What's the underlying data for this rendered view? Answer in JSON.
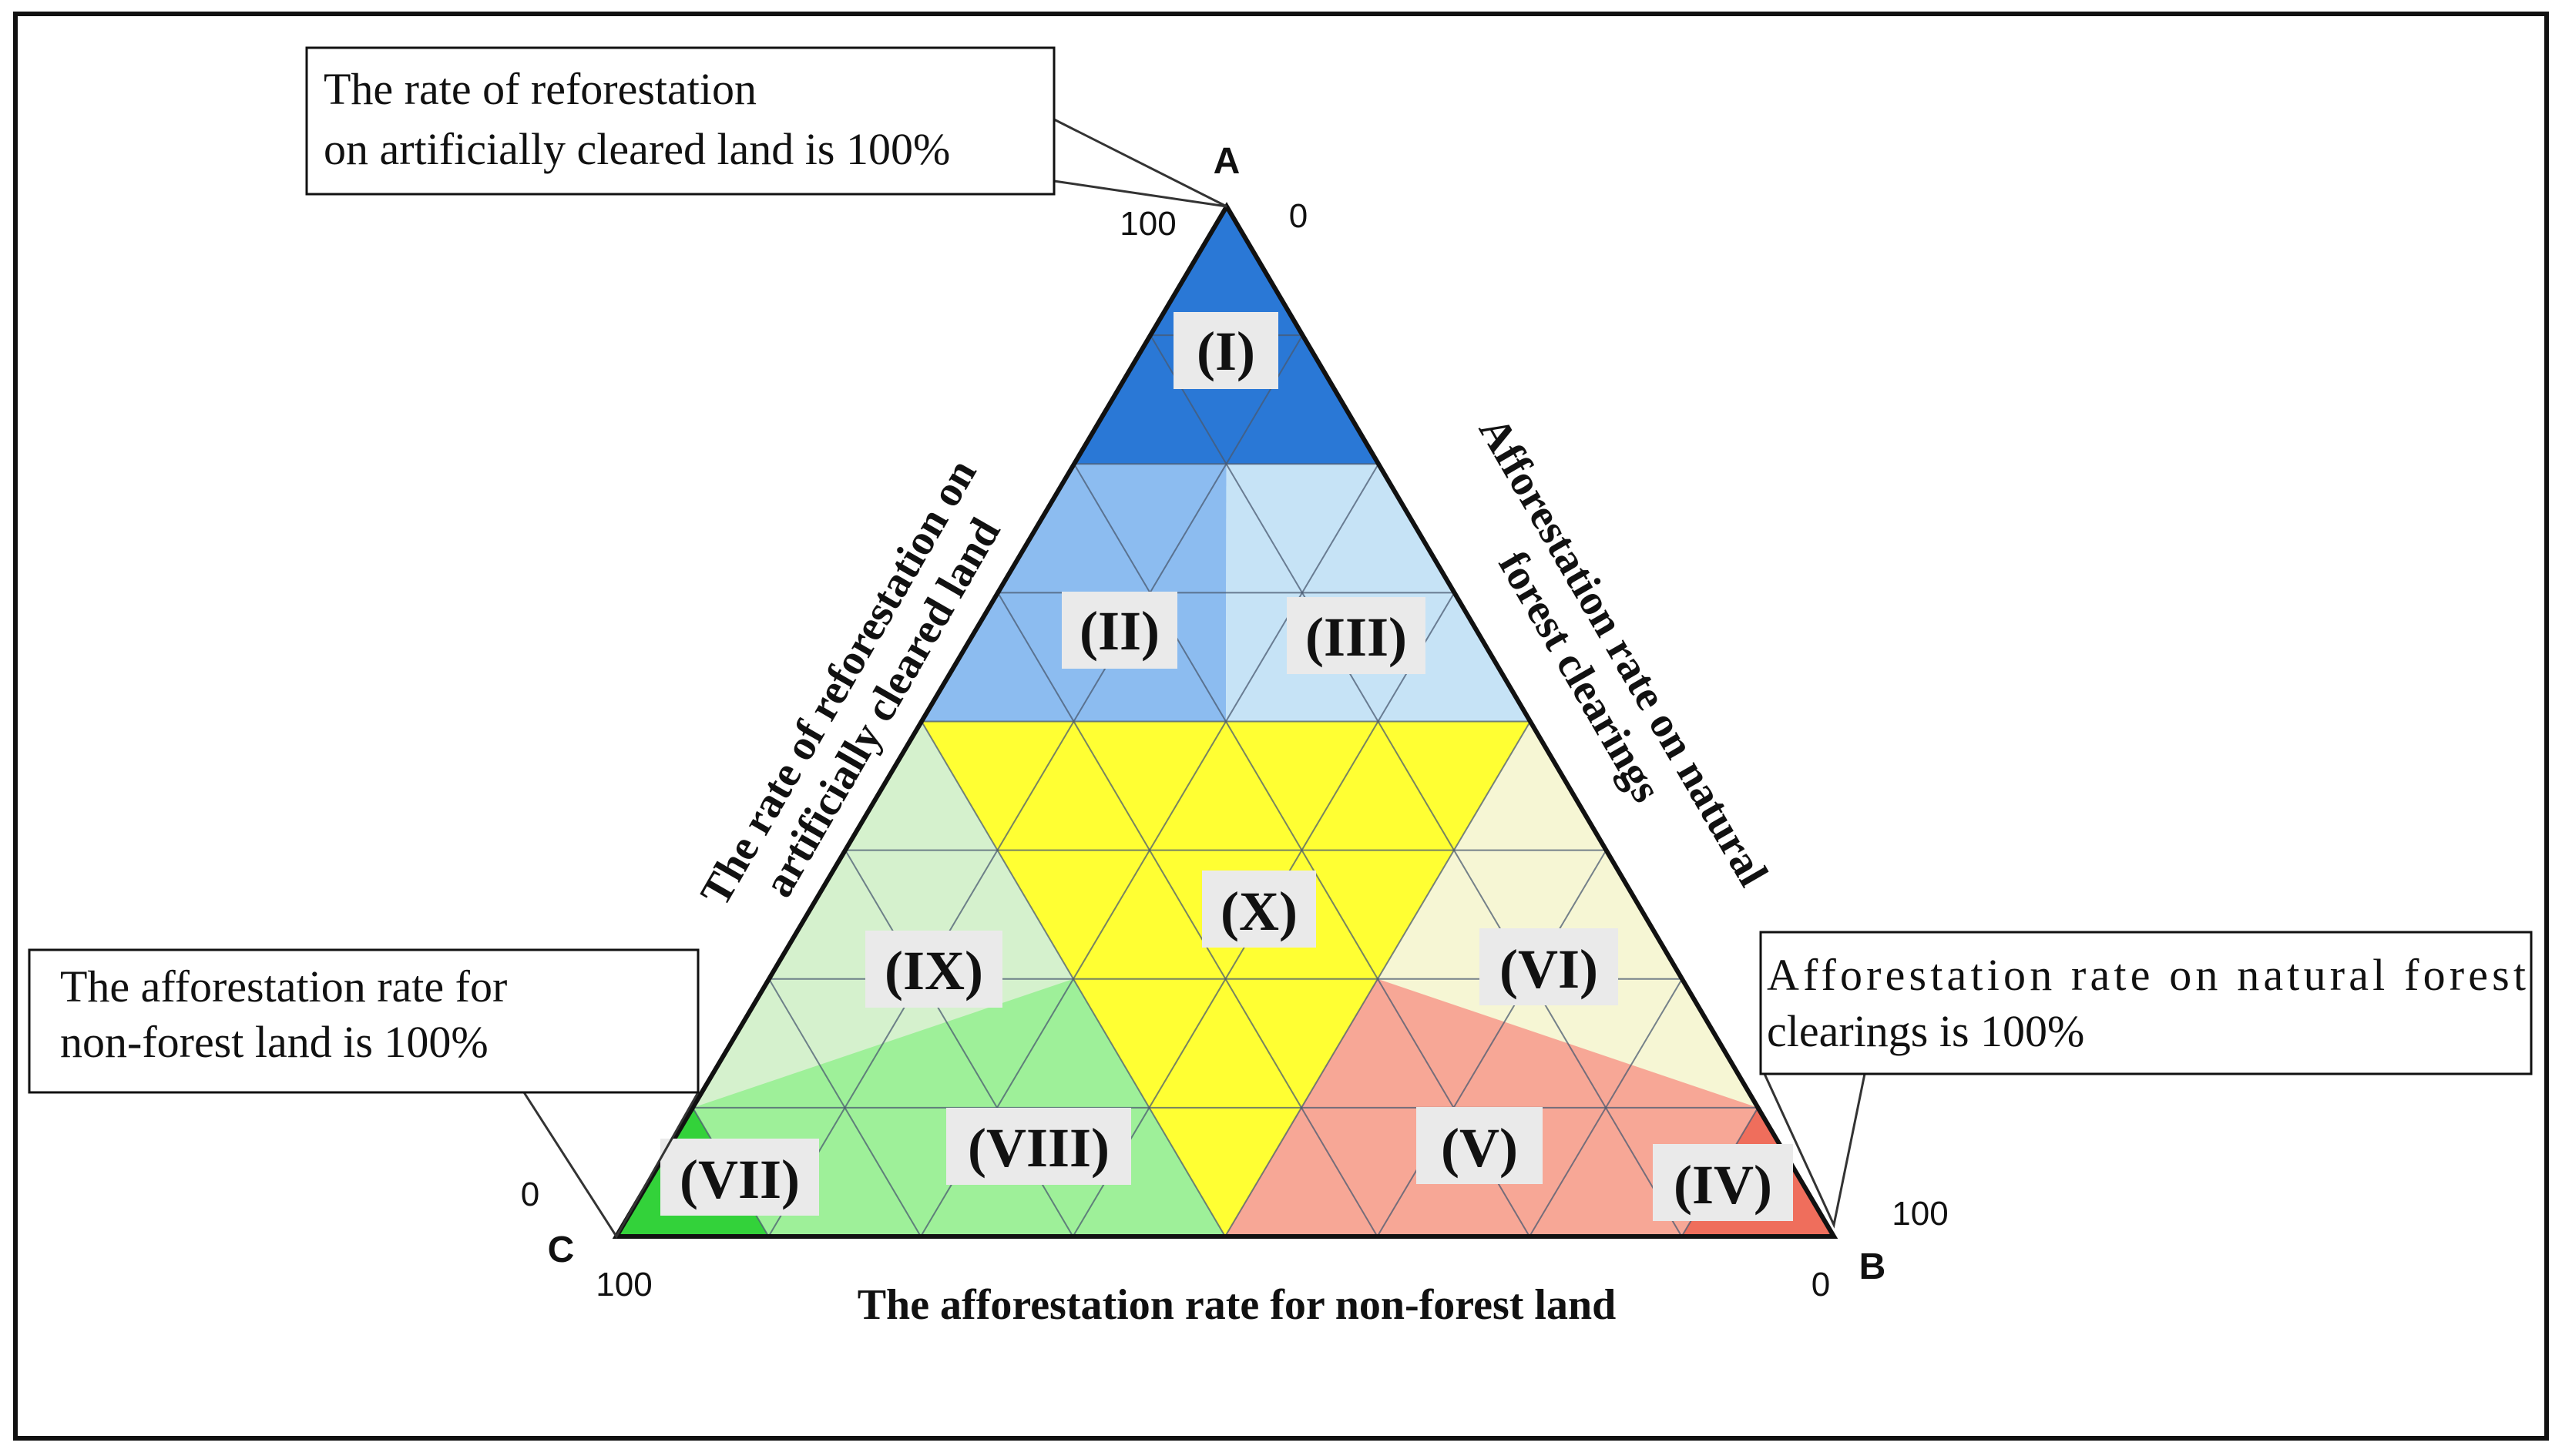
{
  "colors": {
    "region_I": "#2a78d6",
    "region_II": "#8cbcf0",
    "region_III": "#c6e3f6",
    "region_IV": "#ef6e5c",
    "region_V": "#f7a796",
    "region_VI": "#f6f6d4",
    "region_VII": "#33d23a",
    "region_VIII": "#9ef099",
    "region_IX": "#d5f1cd",
    "region_X": "#ffff33",
    "grid": "#4a5a70",
    "label_bg": "#eaeaea"
  },
  "vertices": {
    "A": "A",
    "B": "B",
    "C": "C"
  },
  "ticks": {
    "a_left": "100",
    "a_right": "0",
    "b_right": "100",
    "b_bottom": "0",
    "c_left": "0",
    "c_bottom": "100"
  },
  "axes": {
    "left_line1": "The rate of reforestation on",
    "left_line2": "artificially cleared land",
    "right_line1": "Afforestation rate on natural",
    "right_line2": "forest clearings",
    "bottom": "The afforestation rate for non-forest land"
  },
  "callouts": {
    "top": {
      "line1": "The rate of reforestation",
      "line2": "on artificially  cleared land is 100%"
    },
    "left": {
      "line1": "The afforestation rate for",
      "line2": "non-forest land is 100%"
    },
    "right": {
      "line1": "Afforestation rate on natural forest",
      "line2": "clearings is 100%"
    }
  },
  "regions": {
    "I": "(I)",
    "II": "(II)",
    "III": "(III)",
    "IV": "(IV)",
    "V": "(V)",
    "VI": "(VI)",
    "VII": "(VII)",
    "VIII": "(VIII)",
    "IX": "(IX)",
    "X": "(X)"
  }
}
